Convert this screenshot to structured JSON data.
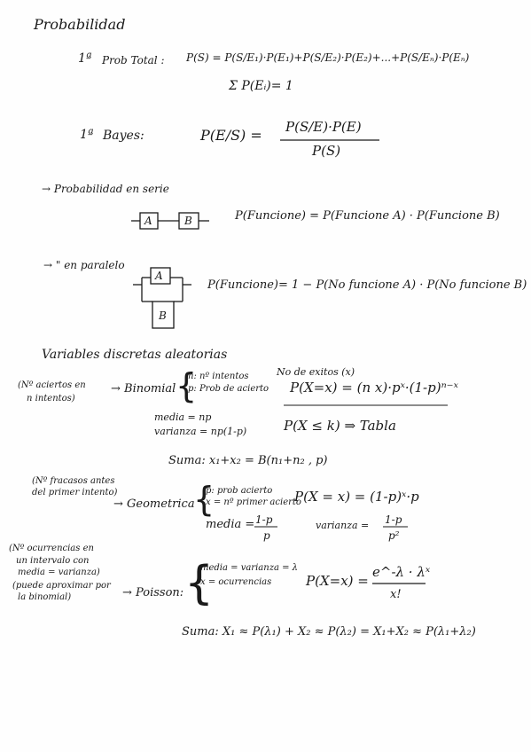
{
  "title": "Probabilidad",
  "prob_total": {
    "label_num": "1ª",
    "label": "Prob Total :",
    "formula": "P(S) = P(S/E₁)·P(E₁)+P(S/E₂)·P(E₂)+...+P(S/Eₙ)·P(Eₙ)",
    "sum": "Σ P(Eᵢ)= 1"
  },
  "bayes": {
    "label_num": "1ª",
    "label": "Bayes:",
    "lhs": "P(E/S) =",
    "numerator": "P(S/E)·P(E)",
    "denominator": "P(S)"
  },
  "serie": {
    "heading": "→ Probabilidad en serie",
    "box_a": "A",
    "box_b": "B",
    "formula": "P(Funcione) = P(Funcione A) · P(Funcione B)"
  },
  "paralelo": {
    "heading": "→ \" en paralelo",
    "box_a": "A",
    "box_b": "B",
    "formula": "P(Funcione)= 1 − P(No funcione A) · P(No funcione B)"
  },
  "variables": {
    "heading": "Variables discretas aleatorias",
    "binomial": {
      "note": [
        "(Nº aciertos en",
        "n intentos)"
      ],
      "name": "→ Binomial",
      "params": [
        "n: nº intentos",
        "p: Prob de acierto"
      ],
      "exitos_label": "No de exitos (x)",
      "formula": "P(X=x) = (n x)·pˣ·(1-p)ⁿ⁻ˣ",
      "media": "media = np",
      "varianza": "varianza = np(1-p)",
      "tabla": "P(X ≤ k) ⇒ Tabla",
      "suma": "Suma: x₁+x₂ = B(n₁+n₂ , p)"
    },
    "geometrica": {
      "note": [
        "(Nº fracasos antes",
        "del primer intento)"
      ],
      "name": "→ Geometrica",
      "params": [
        "p: prob acierto",
        "x = nº primer acierto"
      ],
      "formula": "P(X = x) = (1-p)ˣ·p",
      "media_label": "media =",
      "media_num": "1-p",
      "media_den": "p",
      "varianza_label": "varianza =",
      "varianza_num": "1-p",
      "varianza_den": "p²"
    },
    "poisson": {
      "note": [
        "(Nº ocurrencias en",
        "un intervalo con",
        "media = varianza)",
        "(puede aproximar por",
        "la binomial)"
      ],
      "name": "→ Poisson:",
      "params": [
        "media = varianza = λ",
        "x = ocurrencias"
      ],
      "lhs": "P(X=x) =",
      "numerator": "e^-λ · λˣ",
      "denominator": "x!",
      "suma": "Suma: X₁ ≈ P(λ₁) + X₂ ≈ P(λ₂) = X₁+X₂ ≈ P(λ₁+λ₂)"
    }
  }
}
